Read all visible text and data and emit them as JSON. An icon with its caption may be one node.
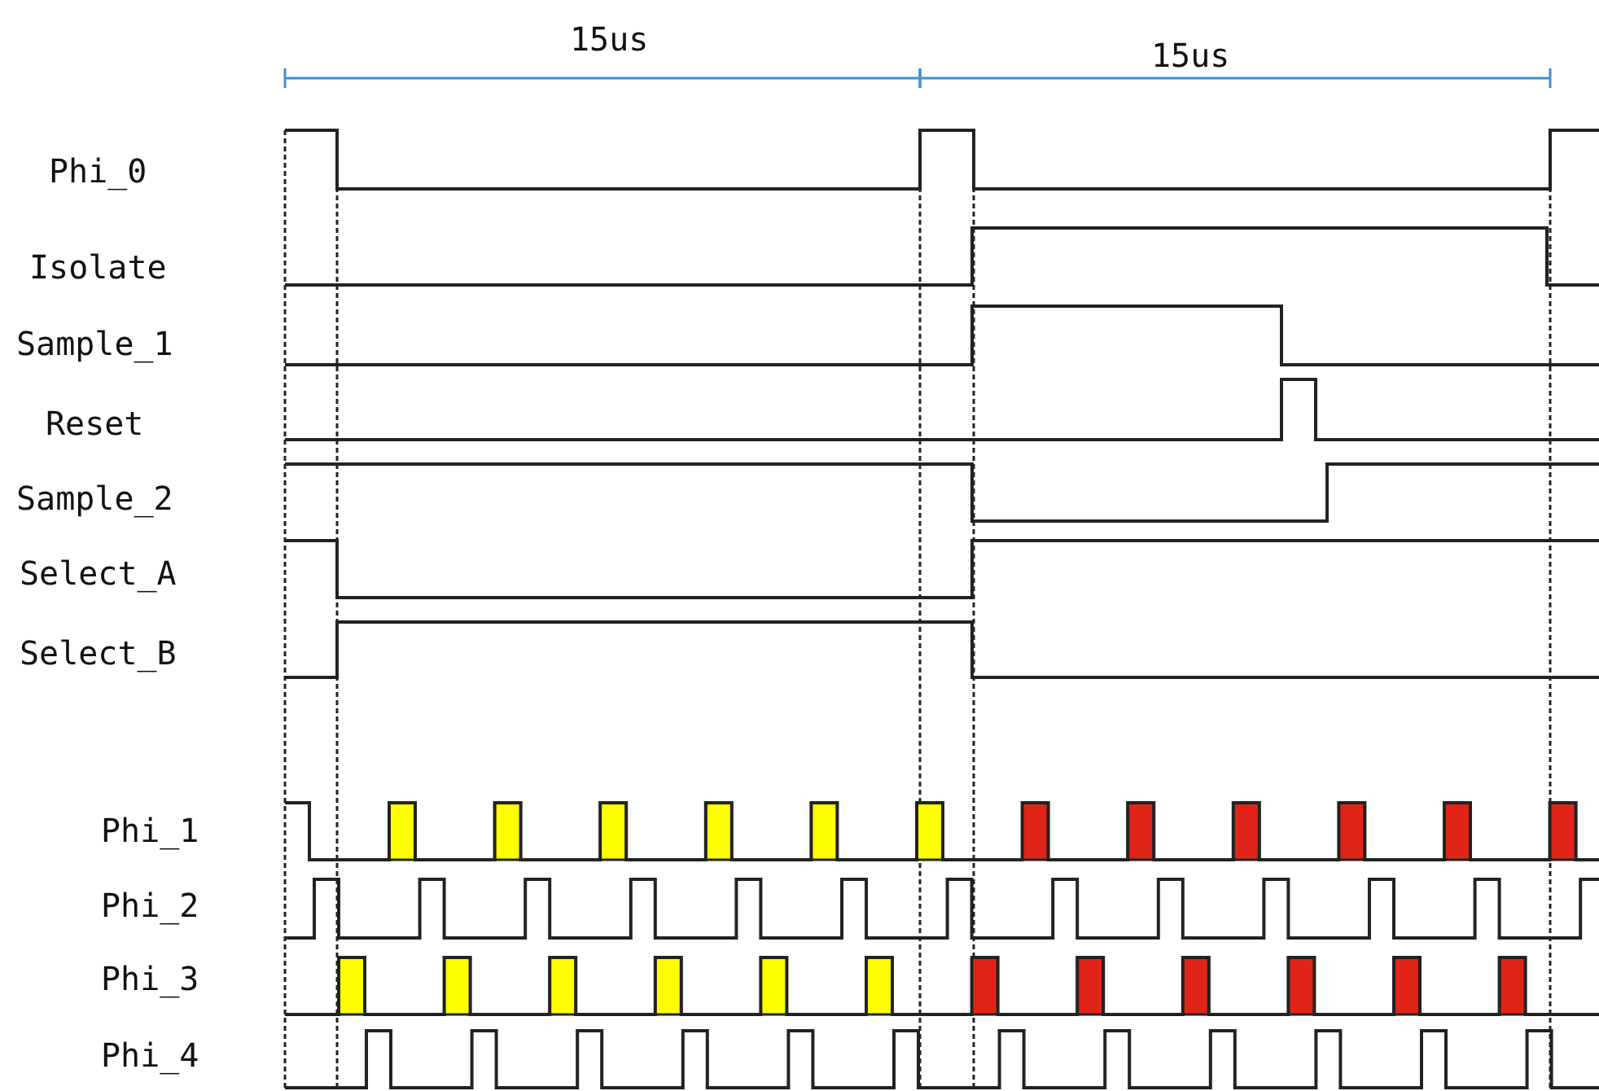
{
  "diagram": {
    "labels": [
      "15us",
      "15us",
      "Phi_0",
      "Isolate",
      "Sample_1",
      "Reset",
      "Sample_2",
      "Select_A",
      "Select_B",
      "Phi_1",
      "Phi_2",
      "Phi_3",
      "Phi_4"
    ]
  }
}
